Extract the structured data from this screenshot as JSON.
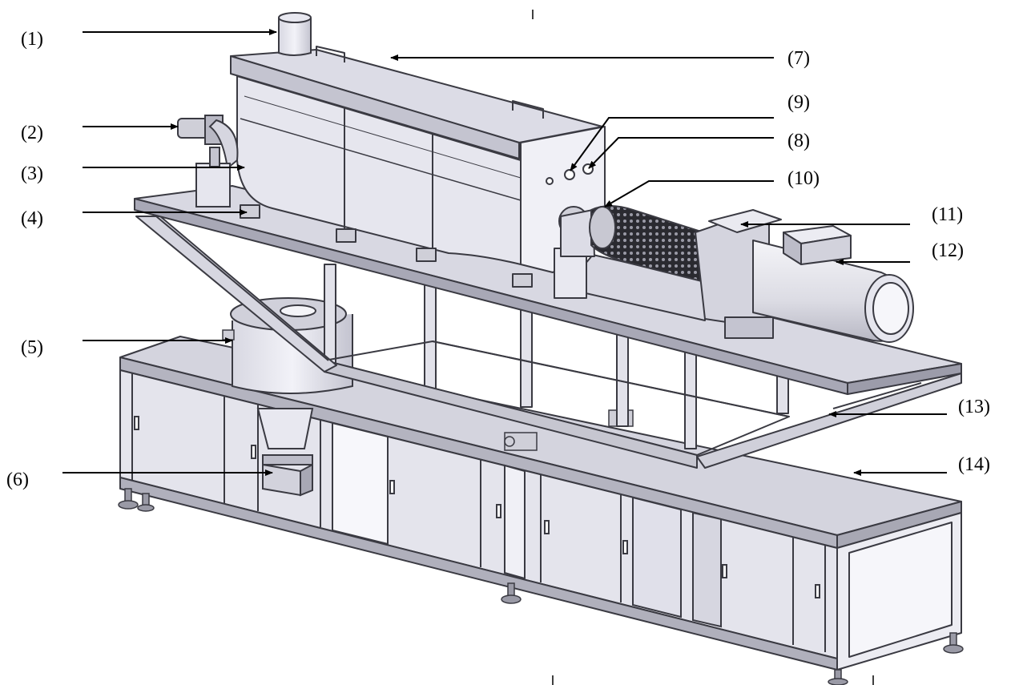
{
  "labels": {
    "l1": "(1)",
    "l2": "(2)",
    "l3": "(3)",
    "l4": "(4)",
    "l5": "(5)",
    "l6": "(6)",
    "l7": "(7)",
    "l8": "(8)",
    "l9": "(9)",
    "l10": "(10)",
    "l11": "(11)",
    "l12": "(12)",
    "l13": "(13)",
    "l14": "(14)"
  },
  "colors": {
    "steel_light": "#e6e6ee",
    "steel_mid": "#c9c9d4",
    "steel_dark": "#8e8e9c",
    "outline": "#3a3a42",
    "mesh": "#2a2a30"
  }
}
